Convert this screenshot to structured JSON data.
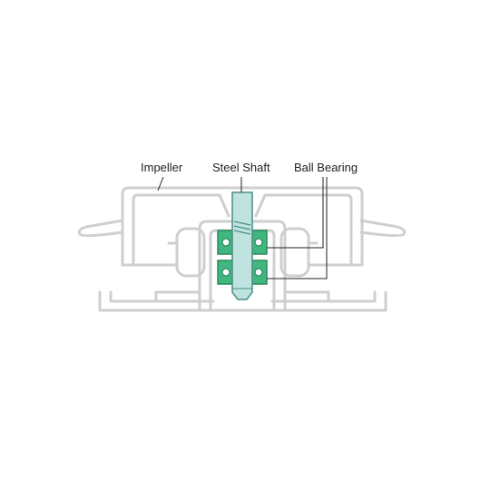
{
  "labels": {
    "impeller": "Impeller",
    "steel_shaft": "Steel Shaft",
    "ball_bearing": "Ball Bearing"
  },
  "colors": {
    "housing_stroke": "#cfcfcf",
    "shaft_fill": "#bfe3df",
    "shaft_stroke": "#4a8d86",
    "bearing_fill": "#3fb77e",
    "bearing_dark": "#2a8a5c",
    "leader": "#222222",
    "text": "#222222"
  }
}
